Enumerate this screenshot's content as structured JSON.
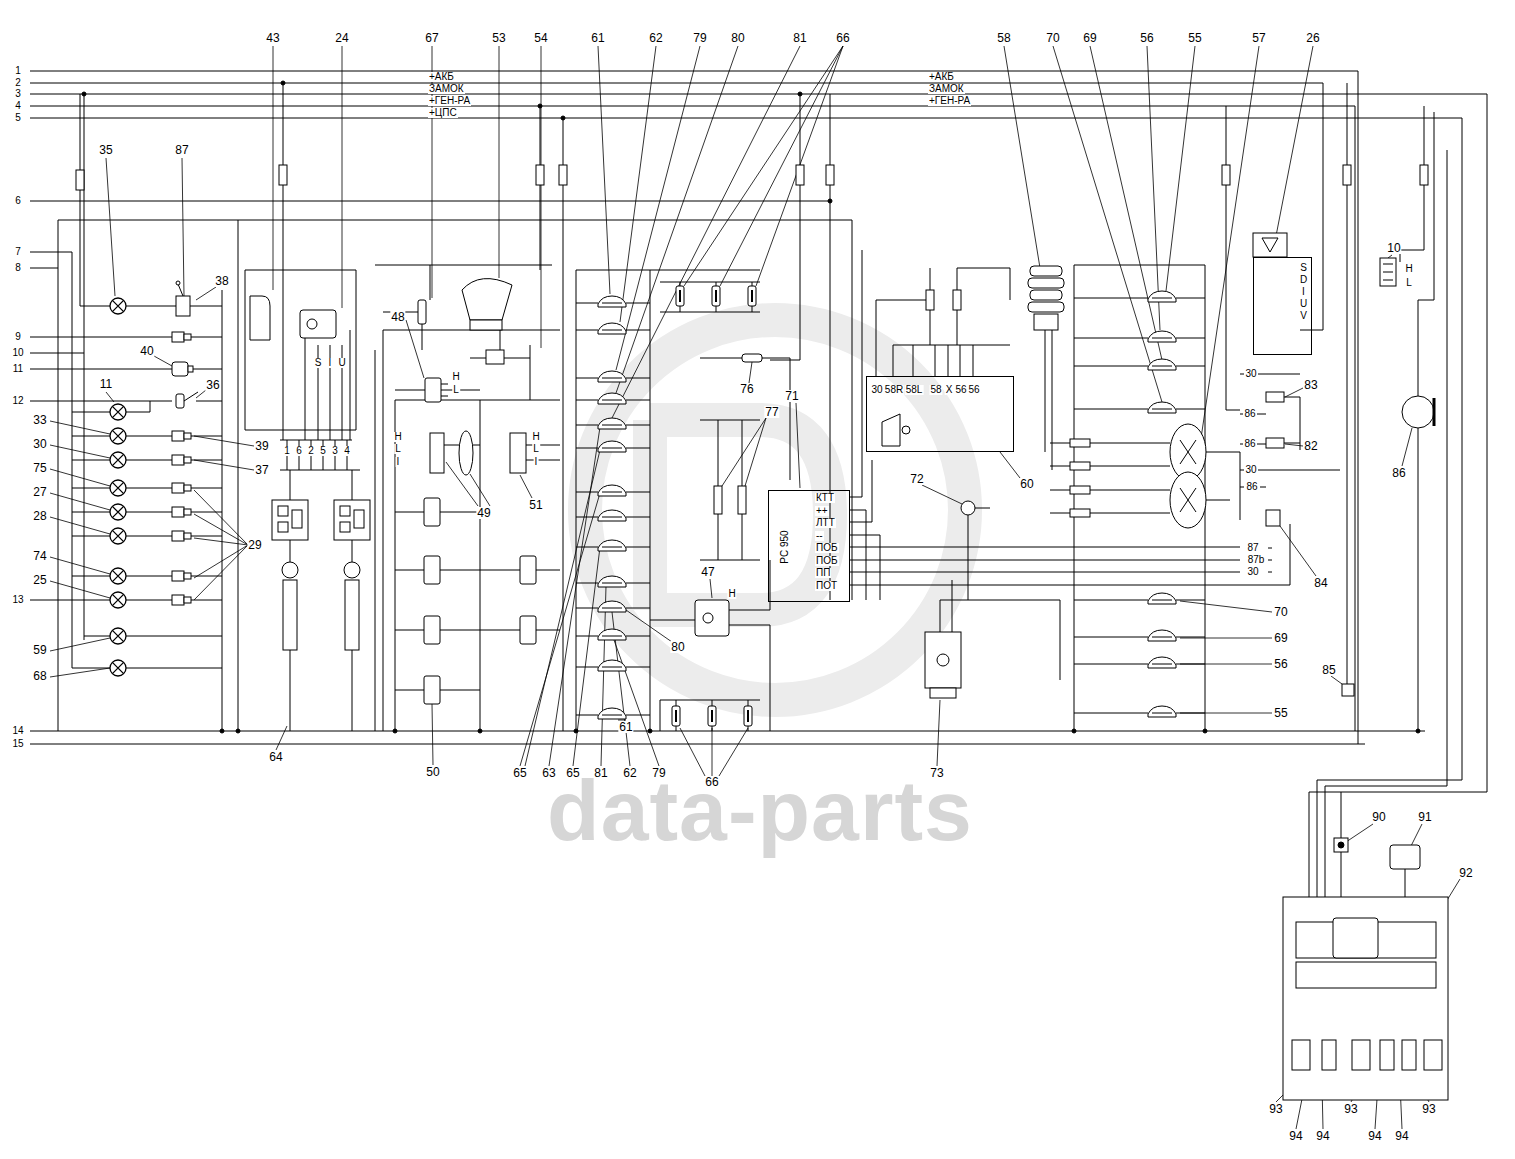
{
  "diagram": {
    "nodes": [
      {
        "text": [
          "PC 950",
          "КТТ",
          "++",
          "ЛТТ",
          "--",
          "ПОБ",
          "ПОБ",
          "ПП",
          "ПОТ"
        ]
      },
      {
        "text": [
          "30",
          "58R",
          "58L",
          "58",
          "X",
          "56",
          "56"
        ]
      },
      {
        "text": [
          "S D I U V"
        ]
      }
    ],
    "labels": [
      "43",
      "24",
      "67",
      "53",
      "54",
      "61",
      "62",
      "79",
      "80",
      "81",
      "66",
      "58",
      "70",
      "69",
      "56",
      "55",
      "57",
      "26",
      "1",
      "2",
      "3",
      "4",
      "5",
      "6",
      "7",
      "8",
      "9",
      "10",
      "11",
      "12",
      "13",
      "14",
      "15",
      "+АКБ",
      "ЗАМОК",
      "+ГЕН-РА",
      "+ЦПС",
      "+АКБ",
      "ЗАМОК",
      "+ГЕН-РА",
      "35",
      "87",
      "38",
      "40",
      "36",
      "11",
      "33",
      "30",
      "75",
      "27",
      "28",
      "74",
      "25",
      "39",
      "37",
      "29",
      "59",
      "68",
      "64",
      "48",
      "49",
      "51",
      "50",
      "65",
      "63",
      "65",
      "81",
      "62",
      "79",
      "61",
      "80",
      "47",
      "76",
      "77",
      "71",
      "66",
      "72",
      "73",
      "60",
      "70",
      "69",
      "56",
      "55",
      "83",
      "82",
      "84",
      "85",
      "86",
      "10",
      "90",
      "91",
      "92",
      "93",
      "93",
      "93",
      "94",
      "94",
      "94",
      "94",
      "30",
      "86",
      "86",
      "30",
      "86",
      "87",
      "87b",
      "30",
      "H",
      "L",
      "H",
      "L",
      "H",
      "L",
      "I",
      "H",
      "L",
      "I",
      "H",
      "S",
      "I",
      "U",
      "1",
      "6",
      "2",
      "5",
      "3",
      "4",
      "data-parts"
    ]
  }
}
